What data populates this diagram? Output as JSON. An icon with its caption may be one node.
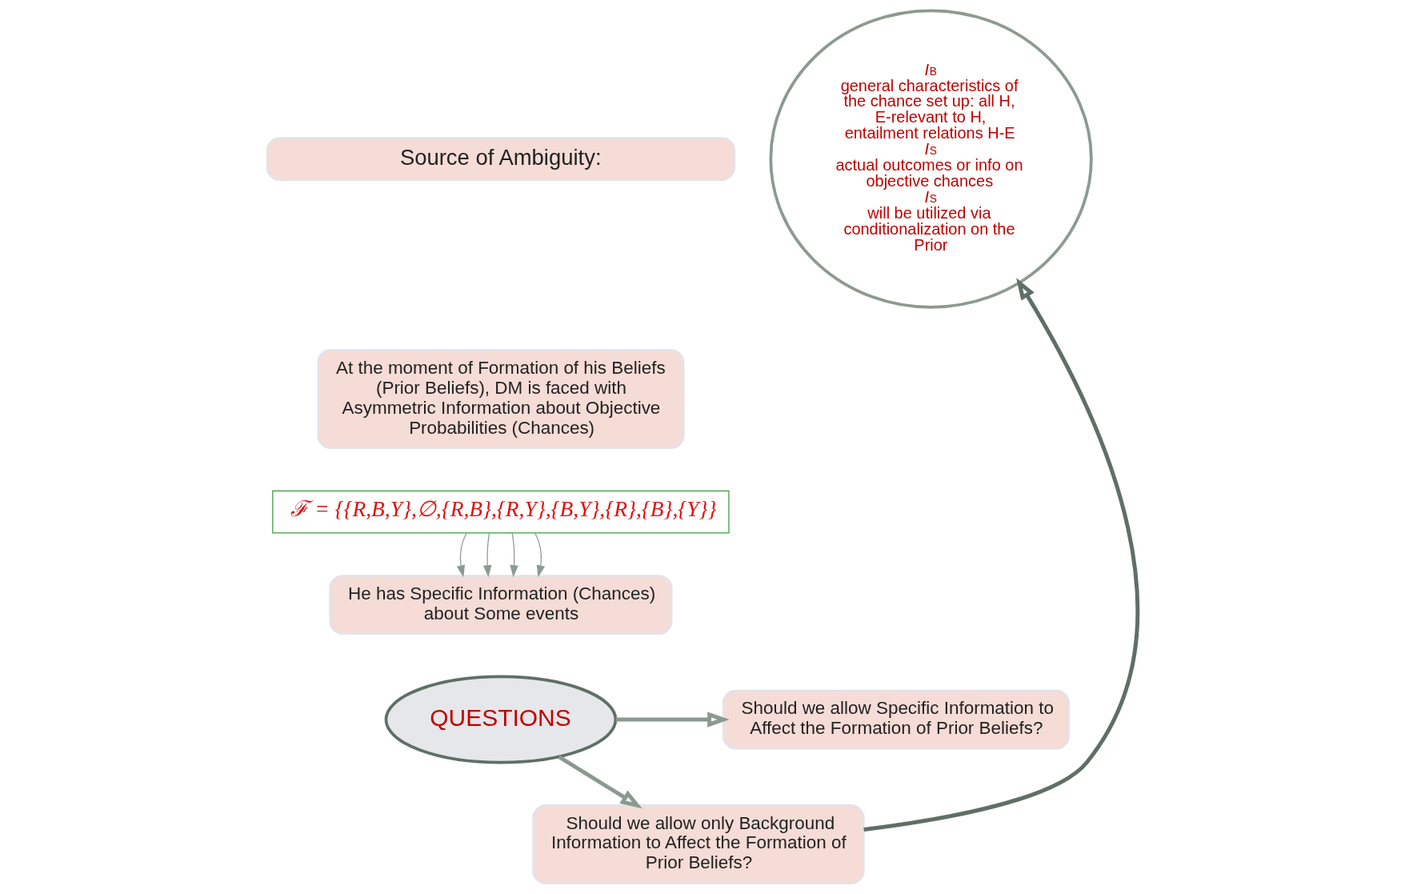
{
  "diagram": {
    "nodes": [
      {
        "text": [
          "Source of Ambiguity:"
        ]
      },
      {
        "text": [
          "At the moment of Formation of his Beliefs (Prior Beliefs), DM is faced with Asymmetric Information about Objective Probabilities (Chances)"
        ]
      },
      {
        "text": [
          "ℱ = {{R,B,Y},∅,{R,B},{R,Y},{B,Y},{R},{B},{Y}}"
        ]
      },
      {
        "text": [
          "He has Specific Information (Chances) about Some events"
        ]
      },
      {
        "text": [
          "*I*$_{B}$",
          "general characteristics of the chance set up: all H, E-relevant to H, entailment relations H-E",
          "*I*$_{S}$",
          "actual outcomes or info on objective chances",
          "*I*$_{S}$",
          "will be utilized via conditionalization on the Prior"
        ]
      },
      {
        "text": [
          "QUESTIONS"
        ]
      },
      {
        "text": [
          "Should we allow Specific Information to Affect the Formation of Prior Beliefs?"
        ]
      },
      {
        "text": [
          "Should we allow only Background Information to Affect the Formation of Prior Beliefs?"
        ]
      }
    ],
    "edges": [
      {
        "from": 2,
        "to": 3,
        "arrow": "to"
      },
      {
        "from": 2,
        "to": 3,
        "arrow": "to"
      },
      {
        "from": 2,
        "to": 3,
        "arrow": "to"
      },
      {
        "from": 2,
        "to": 3,
        "arrow": "to"
      },
      {
        "from": 5,
        "to": 6,
        "arrow": "to",
        "style": "thick"
      },
      {
        "from": 5,
        "to": 7,
        "arrow": "to",
        "style": "thick"
      },
      {
        "from": 7,
        "to": 4,
        "arrow": "to",
        "style": "thick",
        "color": "#5f6f66"
      }
    ]
  }
}
